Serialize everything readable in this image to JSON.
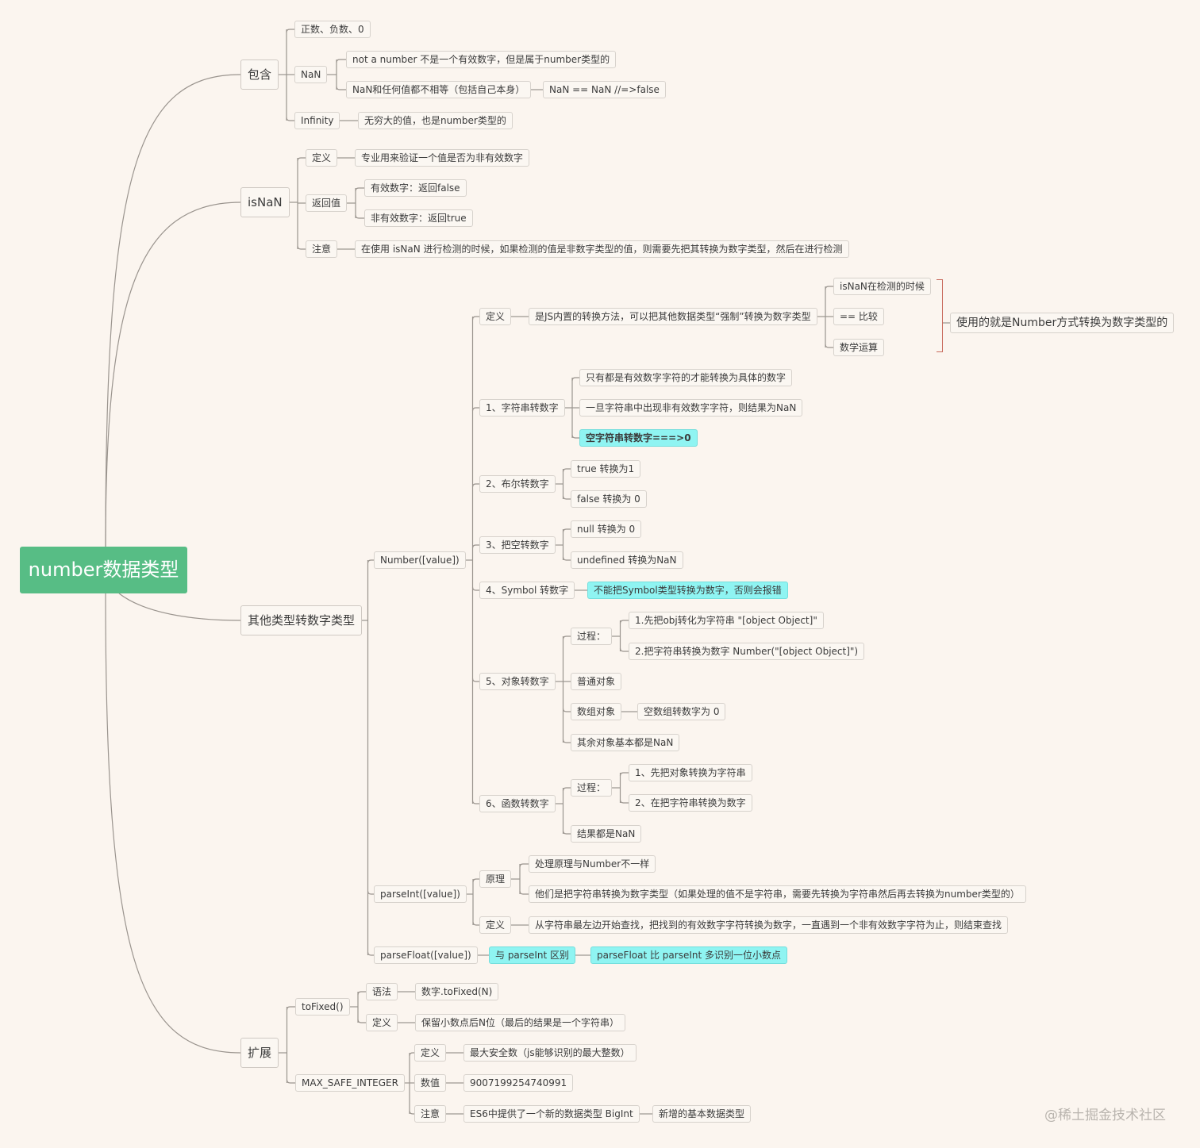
{
  "root": "number数据类型",
  "watermark": "@稀土掘金技术社区",
  "colors": {
    "root_fill": "#57bd85",
    "highlight": "#8ff4f2",
    "edge": "#9a948e",
    "bracket": "#c86b5e"
  },
  "branches": {
    "contains": {
      "label": "包含",
      "sign": "正数、负数、0",
      "nan": "NaN",
      "nan_desc": "not a number 不是一个有效数字，但是属于number类型的",
      "nan_neq": "NaN和任何值都不相等（包括自己本身）",
      "nan_example": "NaN == NaN //=>false",
      "infinity": "Infinity",
      "infinity_desc": "无穷大的值，也是number类型的"
    },
    "isnan": {
      "label": "isNaN",
      "def": "定义",
      "def_desc": "专业用来验证一个值是否为非有效数字",
      "ret": "返回值",
      "ret_valid": "有效数字：返回false",
      "ret_invalid": "非有效数字：返回true",
      "note": "注意",
      "note_desc": "在使用 isNaN 进行检测的时候，如果检测的值是非数字类型的值，则需要先把其转换为数字类型，然后在进行检测"
    },
    "convert": {
      "label": "其他类型转数字类型",
      "number": {
        "label": "Number([value])",
        "def": "定义",
        "def_desc": "是JS内置的转换方法，可以把其他数据类型“强制”转换为数字类型",
        "uses": [
          "isNaN在检测的时候",
          "== 比较",
          "数学运算"
        ],
        "uses_summary": "使用的就是Number方式转换为数字类型的",
        "str": "1、字符串转数字",
        "str_items": [
          "只有都是有效数字字符的才能转换为具体的数字",
          "一旦字符串中出现非有效数字字符，则结果为NaN",
          "空字符串转数字===>0"
        ],
        "bool": "2、布尔转数字",
        "bool_items": [
          "true 转换为1",
          "false 转换为 0"
        ],
        "empty": "3、把空转数字",
        "empty_items": [
          "null 转换为 0",
          "undefined 转换为NaN"
        ],
        "symbol": "4、Symbol 转数字",
        "symbol_desc": "不能把Symbol类型转换为数字，否则会报错",
        "obj": "5、对象转数字",
        "obj_process": "过程：",
        "obj_steps": [
          "1.先把obj转化为字符串 \"[object Object]\"",
          "2.把字符串转换为数字 Number(\"[object Object]\")"
        ],
        "obj_plain": "普通对象",
        "obj_array": "数组对象",
        "obj_array_desc": "空数组转数字为 0",
        "obj_other": "其余对象基本都是NaN",
        "fn": "6、函数转数字",
        "fn_process": "过程：",
        "fn_steps": [
          "1、先把对象转换为字符串",
          "2、在把字符串转换为数字"
        ],
        "fn_result": "结果都是NaN"
      },
      "parseint": {
        "label": "parseInt([value])",
        "principle": "原理",
        "principle_items": [
          "处理原理与Number不一样",
          "他们是把字符串转换为数字类型（如果处理的值不是字符串，需要先转换为字符串然后再去转换为number类型的）"
        ],
        "def": "定义",
        "def_desc": "从字符串最左边开始查找，把找到的有效数字字符转换为数字，一直遇到一个非有效数字字符为止，则结束查找"
      },
      "parsefloat": {
        "label": "parseFloat([value])",
        "diff": "与 parseInt 区别",
        "diff_desc": "parseFloat 比 parseInt 多识别一位小数点"
      }
    },
    "extend": {
      "label": "扩展",
      "tofixed": "toFixed()",
      "syntax": "语法",
      "syntax_desc": "数字.toFixed(N)",
      "def": "定义",
      "def_desc": "保留小数点后N位（最后的结果是一个字符串）",
      "maxsafe": "MAX_SAFE_INTEGER",
      "max_def": "定义",
      "max_def_desc": "最大安全数（js能够识别的最大整数）",
      "max_val": "数值",
      "max_val_desc": "9007199254740991",
      "max_note": "注意",
      "max_note_desc": "ES6中提供了一个新的数据类型 BigInt",
      "max_note_extra": "新增的基本数据类型"
    }
  }
}
